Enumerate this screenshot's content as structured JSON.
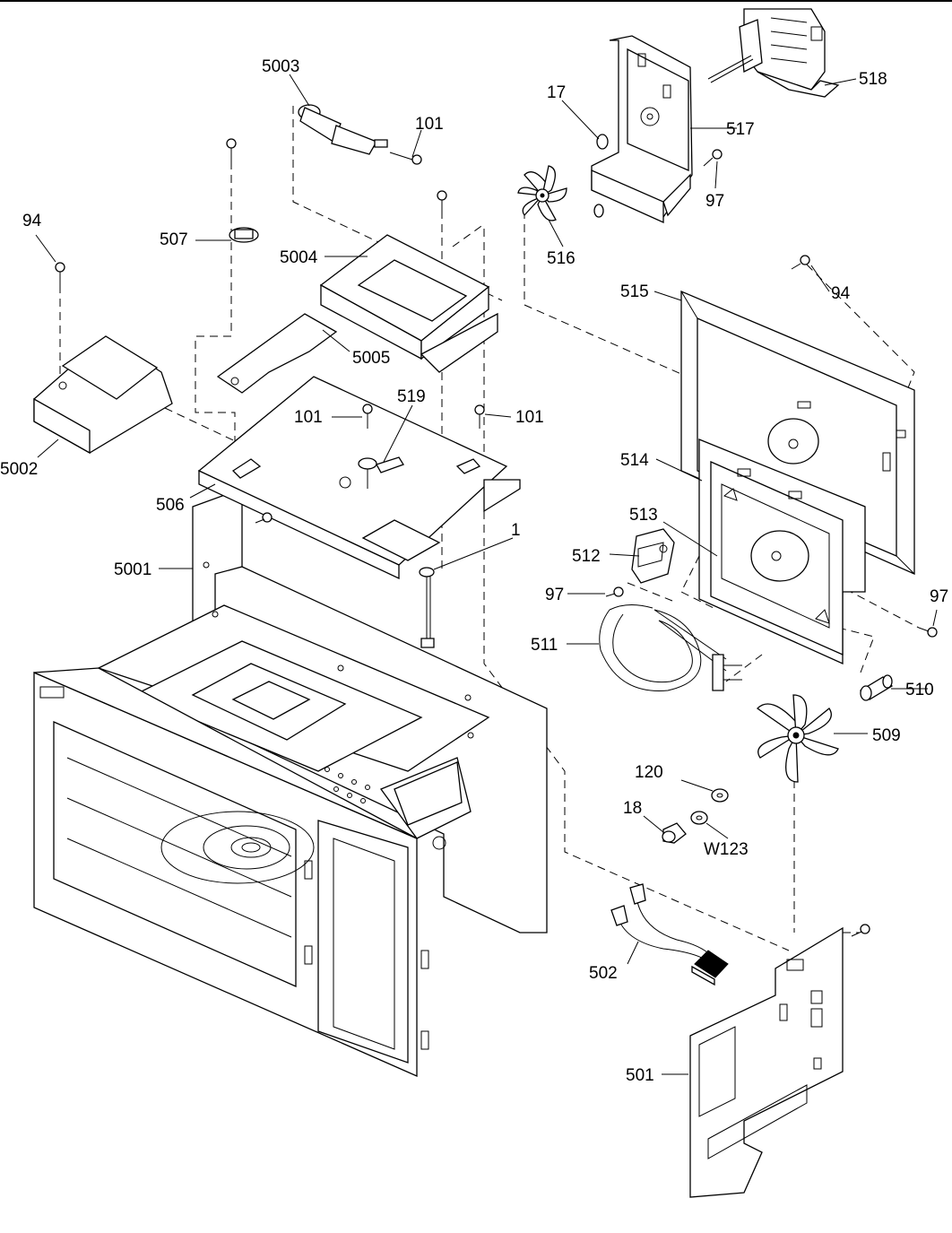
{
  "labels": {
    "p5003": "5003",
    "p101_top": "101",
    "p17": "17",
    "p518": "518",
    "p517": "517",
    "p97_top": "97",
    "p94_left": "94",
    "p507": "507",
    "p5004": "5004",
    "p516": "516",
    "p5005": "5005",
    "p94_right": "94",
    "p515": "515",
    "p519": "519",
    "p101_left": "101",
    "p101_right": "101",
    "p5002": "5002",
    "p506": "506",
    "p514": "514",
    "p513": "513",
    "p5001": "5001",
    "p1": "1",
    "p512": "512",
    "p97_mid": "97",
    "p97_right": "97",
    "p511": "511",
    "p510": "510",
    "p509": "509",
    "p120": "120",
    "p18": "18",
    "pW123": "W123",
    "p502": "502",
    "p501": "501"
  }
}
